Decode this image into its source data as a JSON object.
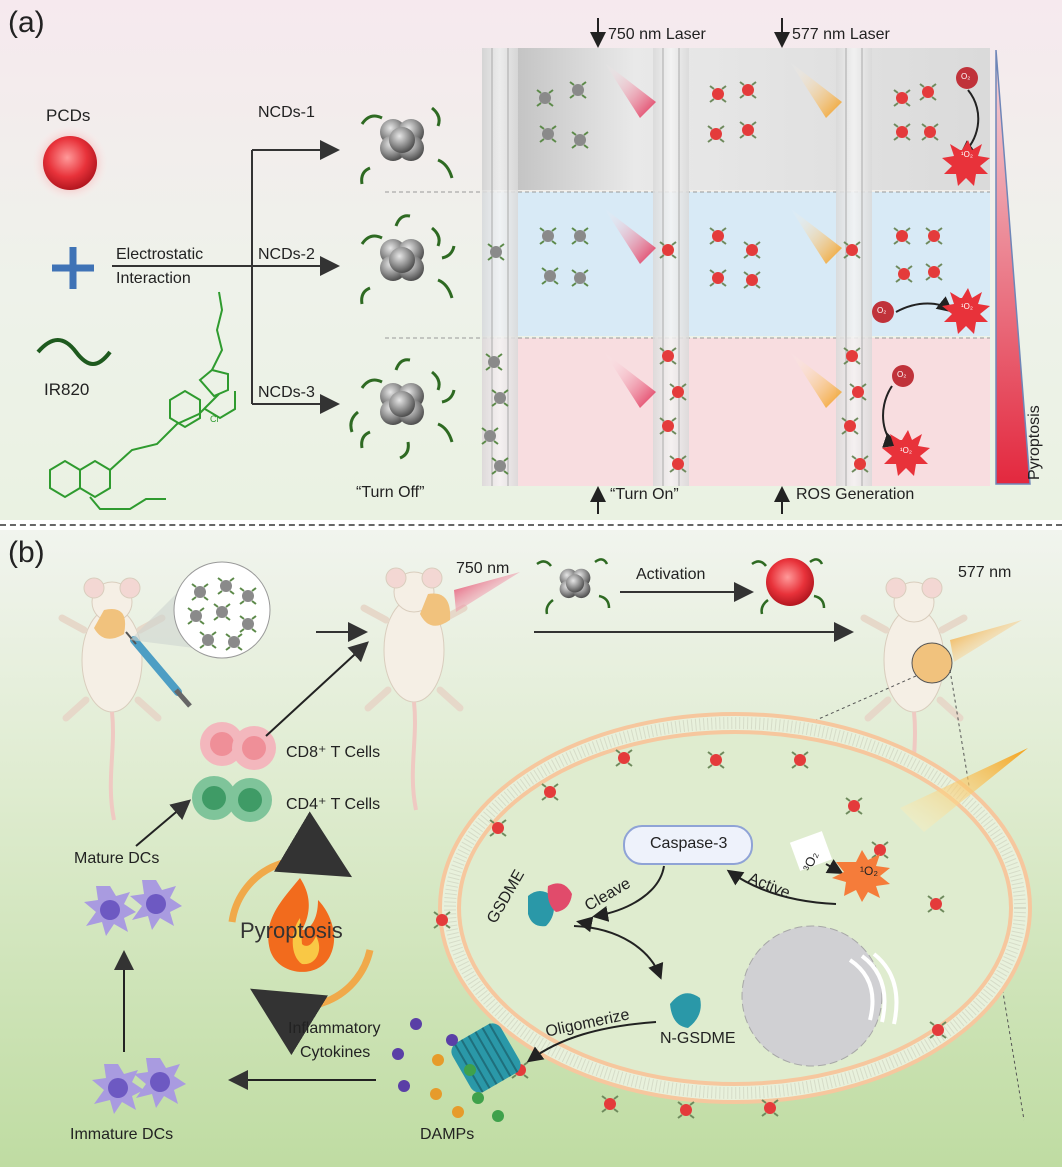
{
  "panel_a": {
    "label": "(a)",
    "pcds": "PCDs",
    "interaction_line1": "Electrostatic",
    "interaction_line2": "Interaction",
    "ir820": "IR820",
    "branches": [
      "NCDs-1",
      "NCDs-2",
      "NCDs-3"
    ],
    "turn_off": "“Turn Off”",
    "laser_750": "750 nm Laser",
    "laser_577": "577 nm Laser",
    "turn_on": "“Turn On”",
    "ros": "ROS Generation",
    "pyroptosis": "Pyroptosis",
    "o2": "O₂",
    "singlet_o2": "¹O₂",
    "colors": {
      "ncd_gray": "#8d8d8d",
      "pcd_red": "#e8323a",
      "ir820_green": "#2f7d1f",
      "row1": "#dcdcdc",
      "row2": "#d6e9f5",
      "row3": "#f8dbde"
    }
  },
  "panel_b": {
    "label": "(b)",
    "nm_750": "750 nm",
    "nm_577": "577 nm",
    "activation": "Activation",
    "cd8": "CD8⁺ T Cells",
    "cd4": "CD4⁺ T Cells",
    "mature_dcs": "Mature DCs",
    "immature_dcs": "Immature DCs",
    "pyroptosis": "Pyroptosis",
    "caspase": "Caspase-3",
    "gsdme": "GSDME",
    "cleave": "Cleave",
    "active": "Active",
    "triplet_o2": "³O₂",
    "singlet_o2": "¹O₂",
    "oligomerize": "Oligomerize",
    "n_gsdme": "N-GSDME",
    "cytokines_line1": "Inflammatory",
    "cytokines_line2": "Cytokines",
    "damps": "DAMPs"
  }
}
